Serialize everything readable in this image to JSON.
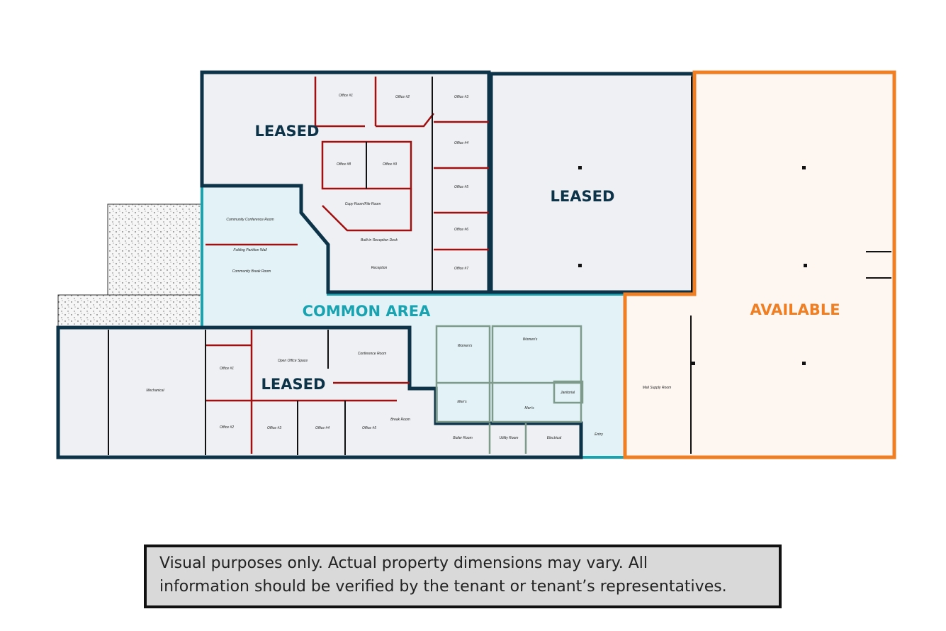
{
  "colors": {
    "leased": "#0d3349",
    "common": "#19a3b1",
    "available": "#f07f23",
    "wall": "#a01010",
    "door": "#7a1a8c"
  },
  "zones": {
    "leased_top_left": "LEASED",
    "leased_top_right": "LEASED",
    "leased_bottom": "LEASED",
    "common": "COMMON AREA",
    "available": "AVAILABLE"
  },
  "rooms": {
    "office1": "Office #1",
    "office2": "Office #2",
    "office3": "Office #3",
    "office4": "Office #4",
    "office5": "Office #5",
    "office6": "Office #6",
    "office7": "Office #7",
    "office8": "Office #8",
    "office9": "Office #9",
    "copy": "Copy Room/File Room",
    "desk": "Built-in Reception Desk",
    "reception": "Reception",
    "community_conf": "Community Conference Room",
    "partition": "Folding Partition Wall",
    "community_break": "Community Break Room",
    "mechanical": "Mechanical",
    "open_office": "Open Office Space",
    "conference": "Conference Room",
    "b_office1": "Office #1",
    "b_office2": "Office #2",
    "b_office3": "Office #3",
    "b_office4": "Office #4",
    "b_office5": "Office #5",
    "break": "Break Room",
    "boiler": "Boiler Room",
    "utility": "Utility Room",
    "electrical": "Electrical",
    "womens_1": "Women's",
    "womens_2": "Women's",
    "mens_1": "Men's",
    "mens_2": "Men's",
    "janitorial": "Janitorial",
    "entry": "Entry",
    "mail": "Mail Supply Room"
  },
  "disclaimer": {
    "line1": "Visual purposes only. Actual property dimensions may vary. All",
    "line2": "information should be verified by the tenant or tenant’s representatives."
  }
}
